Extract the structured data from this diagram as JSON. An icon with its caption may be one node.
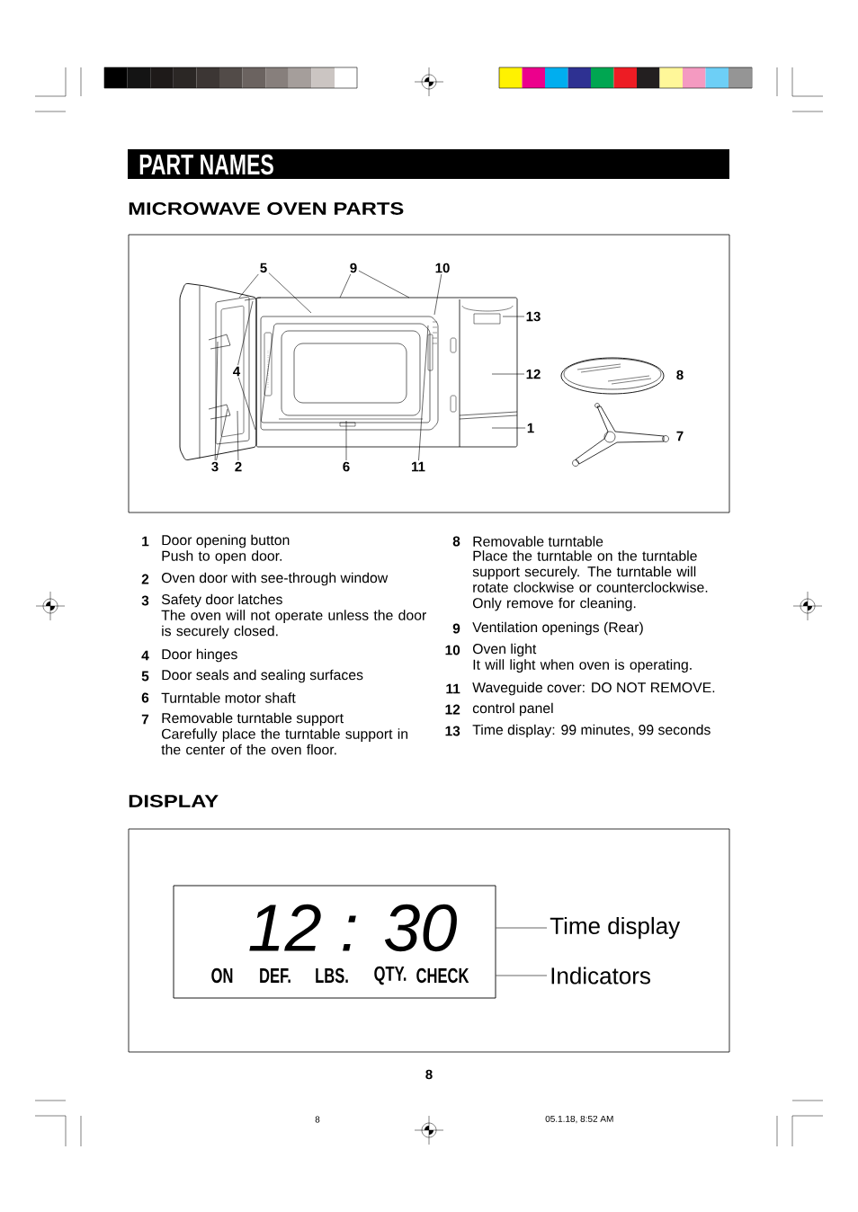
{
  "diagram": {
    "title": "PART NAMES",
    "nodes": [
      {
        "text": [
          "5"
        ]
      },
      {
        "text": [
          "9"
        ]
      },
      {
        "text": [
          "10"
        ]
      },
      {
        "text": [
          "13"
        ]
      },
      {
        "text": [
          "12"
        ]
      },
      {
        "text": [
          "1"
        ]
      },
      {
        "text": [
          "4"
        ]
      },
      {
        "text": [
          "3"
        ]
      },
      {
        "text": [
          "2"
        ]
      },
      {
        "text": [
          "6"
        ]
      },
      {
        "text": [
          "11"
        ]
      },
      {
        "text": [
          "12 : 30",
          "ON",
          "DEF.",
          "LBS.",
          "QTY.",
          "CHECK"
        ]
      },
      {
        "text": [
          "Time display"
        ]
      },
      {
        "text": [
          "Indicators"
        ]
      }
    ],
    "edges": [
      {
        "from": 0,
        "to": null,
        "arrow": "none"
      },
      {
        "from": 0,
        "to": null,
        "arrow": "none"
      },
      {
        "from": 1,
        "to": null,
        "arrow": "none"
      },
      {
        "from": 1,
        "to": null,
        "arrow": "none"
      },
      {
        "from": 2,
        "to": null,
        "arrow": "none"
      },
      {
        "from": 3,
        "to": null,
        "arrow": "none"
      },
      {
        "from": 4,
        "to": null,
        "arrow": "none"
      },
      {
        "from": 5,
        "to": null,
        "arrow": "none"
      },
      {
        "from": 6,
        "to": null,
        "arrow": "none"
      },
      {
        "from": 6,
        "to": null,
        "arrow": "none"
      },
      {
        "from": 7,
        "to": null,
        "arrow": "none"
      },
      {
        "from": 7,
        "to": null,
        "arrow": "none"
      },
      {
        "from": 8,
        "to": null,
        "arrow": "none"
      },
      {
        "from": 9,
        "to": null,
        "arrow": "none"
      },
      {
        "from": 10,
        "to": null,
        "arrow": "none"
      },
      {
        "from": 12,
        "to": 11,
        "arrow": "none"
      },
      {
        "from": 13,
        "to": 11,
        "arrow": "none"
      }
    ],
    "labels": [
      "MICROWAVE OVEN PARTS",
      "8",
      "7",
      "1",
      "Door opening button",
      "Push to open door.",
      "2",
      "Oven door with see-through window",
      "3",
      "Safety door latches",
      "The oven will not operate unless the door is securely closed.",
      "4",
      "Door hinges",
      "5",
      "Door seals and sealing surfaces",
      "6",
      "Turntable motor shaft",
      "7",
      "Removable turntable support",
      "Carefully place the turntable support in the center of the oven floor.",
      "8",
      "Removable turntable",
      "Place the turntable on the turntable support securely. The turntable will rotate clockwise or counterclockwise. Only remove for cleaning.",
      "9",
      "Ventilation openings (Rear)",
      "10",
      "Oven light",
      "It will light when oven is operating.",
      "11",
      "Waveguide cover: DO NOT REMOVE.",
      "12",
      "control panel",
      "13",
      "Time display: 99 minutes, 99 seconds",
      "DISPLAY",
      "8",
      "8",
      "05.1.18, 8:52 AM"
    ]
  }
}
